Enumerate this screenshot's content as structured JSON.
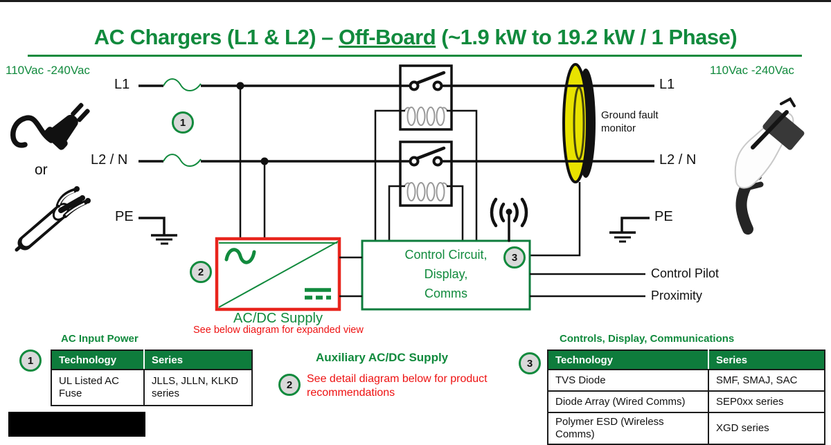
{
  "title": {
    "prefix": "AC Chargers (L1 & L2) – ",
    "underlined": "Off-Board",
    "suffix": " (~1.9 kW to 19.2 kW / 1 Phase)"
  },
  "colors": {
    "green": "#118a3d",
    "header_green": "#0e7c3c",
    "red": "#e8251d",
    "yellow": "#e8e200"
  },
  "schematic": {
    "vac_left": "110Vac -240Vac",
    "vac_right": "110Vac -240Vac",
    "or_label": "or",
    "l1_left": "L1",
    "l2n_left": "L2 / N",
    "pe_left": "PE",
    "l1_right": "L1",
    "l2n_right": "L2 / N",
    "pe_right": "PE",
    "ground_fault_label": "Ground fault monitor",
    "control_box": {
      "line1": "Control Circuit,",
      "line2": "Display,",
      "line3": "Comms"
    },
    "acdc_label": "AC/DC Supply",
    "acdc_note": "See below diagram for expanded view",
    "control_pilot": "Control Pilot",
    "proximity": "Proximity",
    "callouts": {
      "one": "1",
      "two": "2",
      "three": "3"
    }
  },
  "sections": {
    "ac_input_power": {
      "badge": "1",
      "heading": "AC Input Power",
      "table": {
        "headers": [
          "Technology",
          "Series"
        ],
        "rows": [
          [
            "UL Listed AC Fuse",
            "JLLS, JLLN, KLKD series"
          ]
        ]
      }
    },
    "aux_supply": {
      "badge": "2",
      "heading": "Auxiliary AC/DC Supply",
      "note": "See detail diagram below for product recommendations"
    },
    "controls": {
      "badge": "3",
      "heading": "Controls, Display, Communications",
      "table": {
        "headers": [
          "Technology",
          "Series"
        ],
        "rows": [
          [
            "TVS Diode",
            "SMF, SMAJ, SAC"
          ],
          [
            "Diode Array (Wired Comms)",
            "SEP0xx series"
          ],
          [
            "Polymer ESD (Wireless Comms)",
            "XGD series"
          ]
        ]
      }
    }
  }
}
